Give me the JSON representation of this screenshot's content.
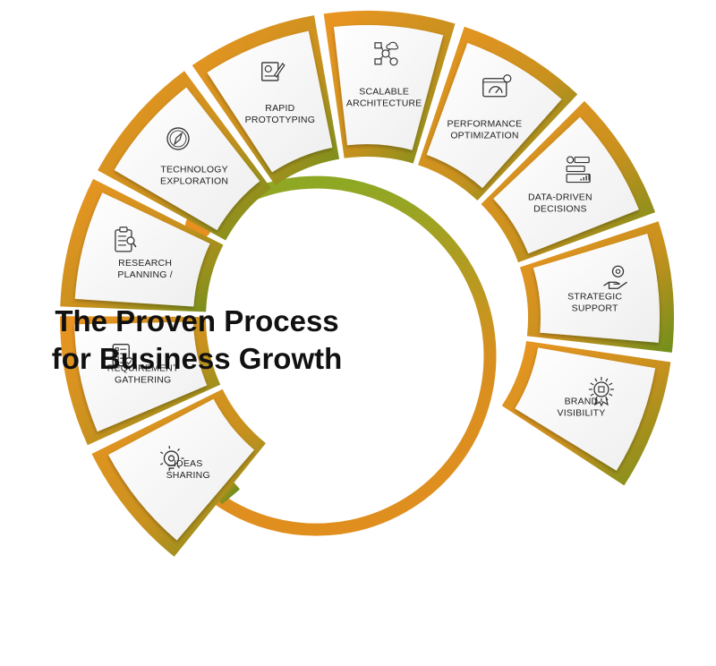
{
  "headline": {
    "line1": "The Proven Process",
    "line2": "for Business Growth"
  },
  "colors": {
    "orange": "#e8901f",
    "green": "#6f8f1c",
    "card": "#ffffff",
    "ink": "#333333",
    "text": "#222222"
  },
  "steps": [
    {
      "id": "ideas",
      "lines": [
        "IDEAS",
        "SHARING"
      ],
      "icon": "lightbulb-gear-icon"
    },
    {
      "id": "requirement",
      "lines": [
        "REQUIREMENT",
        "GATHERING"
      ],
      "icon": "checklist-icon"
    },
    {
      "id": "research",
      "lines": [
        "RESEARCH",
        "PLANNING /"
      ],
      "icon": "clipboard-search-icon"
    },
    {
      "id": "technology",
      "lines": [
        "TECHNOLOGY",
        "EXPLORATION"
      ],
      "icon": "compass-icon"
    },
    {
      "id": "prototyping",
      "lines": [
        "RAPID",
        "PROTOTYPING"
      ],
      "icon": "blueprint-pencil-icon"
    },
    {
      "id": "architecture",
      "lines": [
        "SCALABLE",
        "ARCHITECTURE"
      ],
      "icon": "network-architecture-icon"
    },
    {
      "id": "performance",
      "lines": [
        "PERFORMANCE",
        "OPTIMIZATION"
      ],
      "icon": "speedometer-browser-icon"
    },
    {
      "id": "data",
      "lines": [
        "DATA-DRIVEN",
        "DECISIONS"
      ],
      "icon": "dashboard-chart-icon"
    },
    {
      "id": "support",
      "lines": [
        "STRATEGIC",
        "SUPPORT"
      ],
      "icon": "hand-gear-icon"
    },
    {
      "id": "brand",
      "lines": [
        "BRAND",
        "VISIBILITY"
      ],
      "icon": "badge-award-icon"
    }
  ]
}
